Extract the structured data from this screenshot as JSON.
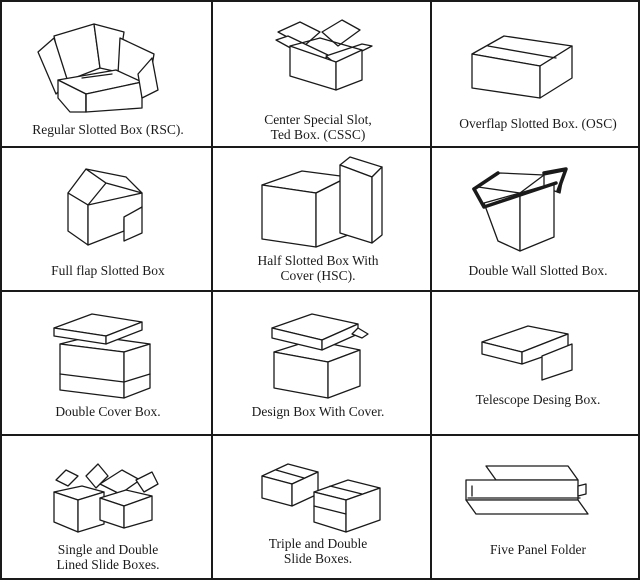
{
  "boxes": [
    {
      "label": "Regular Slotted Box (RSC).",
      "icon": "regular-slotted-box-icon"
    },
    {
      "label": "Center Special Slot,\nTed Box. (CSSC)",
      "icon": "center-special-slot-box-icon"
    },
    {
      "label": "Overflap Slotted Box. (OSC)",
      "icon": "overflap-slotted-box-icon"
    },
    {
      "label": "Full flap Slotted Box",
      "icon": "full-flap-slotted-box-icon"
    },
    {
      "label": "Half Slotted Box With\nCover (HSC).",
      "icon": "half-slotted-box-cover-icon"
    },
    {
      "label": "Double Wall Slotted Box.",
      "icon": "double-wall-slotted-box-icon"
    },
    {
      "label": "Double Cover Box.",
      "icon": "double-cover-box-icon"
    },
    {
      "label": "Design Box With Cover.",
      "icon": "design-box-cover-icon"
    },
    {
      "label": "Telescope Desing Box.",
      "icon": "telescope-design-box-icon"
    },
    {
      "label": "Single and Double\nLined Slide Boxes.",
      "icon": "lined-slide-boxes-icon"
    },
    {
      "label": "Triple and Double\nSlide Boxes.",
      "icon": "triple-double-slide-boxes-icon"
    },
    {
      "label": "Five Panel Folder",
      "icon": "five-panel-folder-icon"
    }
  ]
}
